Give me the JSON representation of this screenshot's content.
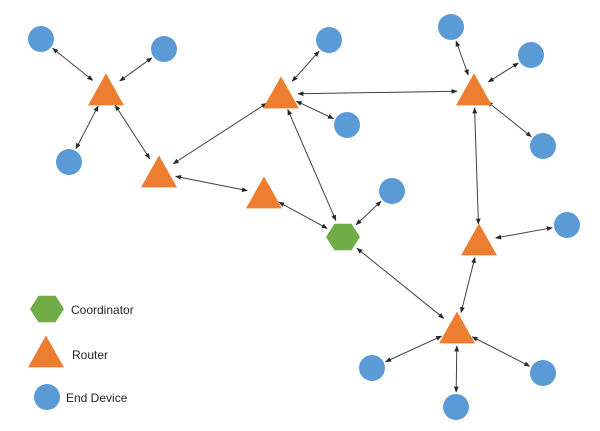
{
  "diagram": {
    "type": "network-topology",
    "colors": {
      "coordinator": "#70ad47",
      "router": "#ed7d31",
      "end_device": "#5b9bd5",
      "link": "#404040"
    },
    "nodes": [
      {
        "id": "E1",
        "kind": "end_device"
      },
      {
        "id": "E2",
        "kind": "end_device"
      },
      {
        "id": "R1",
        "kind": "router"
      },
      {
        "id": "E3",
        "kind": "end_device"
      },
      {
        "id": "R2",
        "kind": "router"
      },
      {
        "id": "E4",
        "kind": "end_device"
      },
      {
        "id": "R3",
        "kind": "router"
      },
      {
        "id": "E5",
        "kind": "end_device"
      },
      {
        "id": "R4",
        "kind": "router"
      },
      {
        "id": "C1",
        "kind": "coordinator"
      },
      {
        "id": "E6",
        "kind": "end_device"
      },
      {
        "id": "E7",
        "kind": "end_device"
      },
      {
        "id": "E8",
        "kind": "end_device"
      },
      {
        "id": "R5",
        "kind": "router"
      },
      {
        "id": "E9",
        "kind": "end_device"
      },
      {
        "id": "R6",
        "kind": "router"
      },
      {
        "id": "E10",
        "kind": "end_device"
      },
      {
        "id": "R7",
        "kind": "router"
      },
      {
        "id": "E11",
        "kind": "end_device"
      },
      {
        "id": "E12",
        "kind": "end_device"
      },
      {
        "id": "E13",
        "kind": "end_device"
      }
    ],
    "links": [
      {
        "from": "R1",
        "to": "E1",
        "bidirectional": true
      },
      {
        "from": "R1",
        "to": "E2",
        "bidirectional": true
      },
      {
        "from": "R1",
        "to": "E3",
        "bidirectional": true
      },
      {
        "from": "R1",
        "to": "R2",
        "bidirectional": true
      },
      {
        "from": "R2",
        "to": "R3",
        "bidirectional": true
      },
      {
        "from": "R2",
        "to": "R4",
        "bidirectional": true
      },
      {
        "from": "R3",
        "to": "E4",
        "bidirectional": true
      },
      {
        "from": "R3",
        "to": "E5",
        "bidirectional": true
      },
      {
        "from": "R3",
        "to": "R5",
        "bidirectional": true
      },
      {
        "from": "R3",
        "to": "C1",
        "bidirectional": true
      },
      {
        "from": "R4",
        "to": "C1",
        "bidirectional": true
      },
      {
        "from": "C1",
        "to": "E6",
        "bidirectional": true
      },
      {
        "from": "C1",
        "to": "R7",
        "bidirectional": true
      },
      {
        "from": "R5",
        "to": "E7",
        "bidirectional": true
      },
      {
        "from": "R5",
        "to": "E8",
        "bidirectional": true
      },
      {
        "from": "R5",
        "to": "E9",
        "bidirectional": true
      },
      {
        "from": "R5",
        "to": "R6",
        "bidirectional": true
      },
      {
        "from": "R6",
        "to": "E10",
        "bidirectional": true
      },
      {
        "from": "R6",
        "to": "R7",
        "bidirectional": true
      },
      {
        "from": "R7",
        "to": "E11",
        "bidirectional": true
      },
      {
        "from": "R7",
        "to": "E12",
        "bidirectional": true
      },
      {
        "from": "R7",
        "to": "E13",
        "bidirectional": true
      }
    ]
  },
  "legend": {
    "items": [
      {
        "kind": "coordinator",
        "label": "Coordinator"
      },
      {
        "kind": "router",
        "label": "Router"
      },
      {
        "kind": "end_device",
        "label": "End Device"
      }
    ]
  }
}
